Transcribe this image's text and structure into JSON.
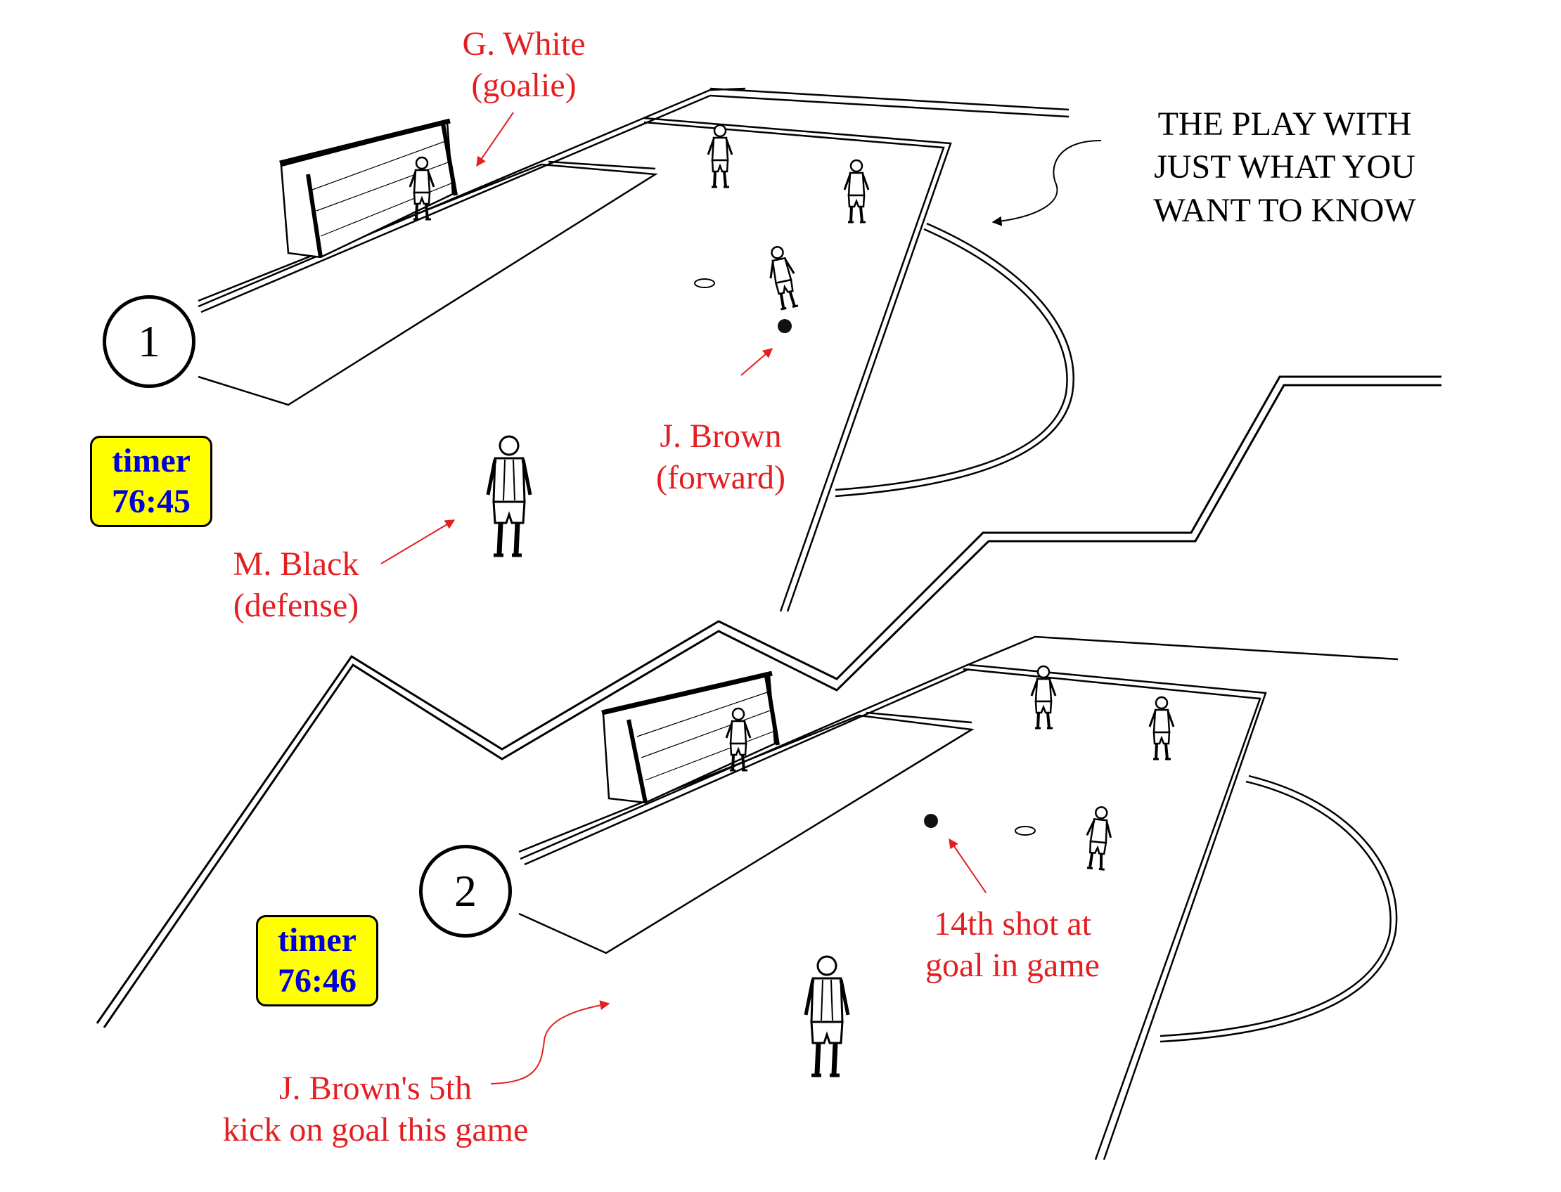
{
  "caption": [
    "THE PLAY WITH",
    "JUST WHAT  YOU",
    "WANT TO KNOW"
  ],
  "colors": {
    "annotation": "#e41f22",
    "timer_bg": "#ffff00",
    "timer_text": "#0000dd",
    "lines": "#000000"
  },
  "frames": [
    {
      "number": "1",
      "timer_label": "timer",
      "timer_value": "76:45",
      "labels": {
        "goalie": [
          "G. White",
          "(goalie)"
        ],
        "forward": [
          "J. Brown",
          "(forward)"
        ],
        "defense": [
          "M. Black",
          "(defense)"
        ]
      }
    },
    {
      "number": "2",
      "timer_label": "timer",
      "timer_value": "76:46",
      "labels": {
        "shot": [
          "14th shot at",
          "goal in game"
        ],
        "kick": [
          "J. Brown's 5th",
          "kick on goal this game"
        ]
      }
    }
  ]
}
